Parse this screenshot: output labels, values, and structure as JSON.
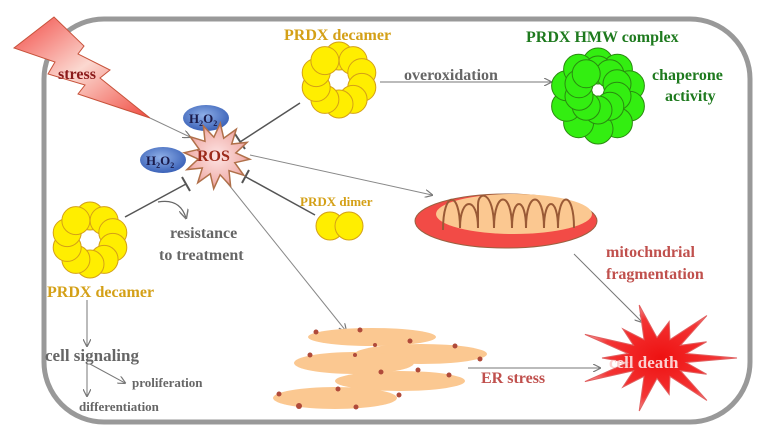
{
  "labels": {
    "stress": "stress",
    "h2o2_a": "H",
    "h2o2_b": "H",
    "ros": "ROS",
    "prdx_decamer_top": "PRDX decamer",
    "overoxidation": "overoxidation",
    "prdx_hmw": "PRDX HMW complex",
    "chaperone": "chaperone",
    "activity": "activity",
    "prdx_dimer": "PRDX dimer",
    "resistance": "resistance",
    "to_treatment": "to treatment",
    "prdx_decamer_left": "PRDX decamer",
    "cell_signaling": "cell signaling",
    "proliferation": "proliferation",
    "differentiation": "differentiation",
    "mito1": "mitochndrial",
    "mito2": "fragmentation",
    "er_stress": "ER stress",
    "cell_death": "cell death"
  },
  "colors": {
    "gold_text": "#d4a017",
    "green_text": "#1e7a1e",
    "gray_text": "#666666",
    "red_text": "#c0504d",
    "yellow": "#ffee00",
    "green": "#33ee11",
    "mito_red": "#f24b46",
    "peach": "#fbc891"
  }
}
